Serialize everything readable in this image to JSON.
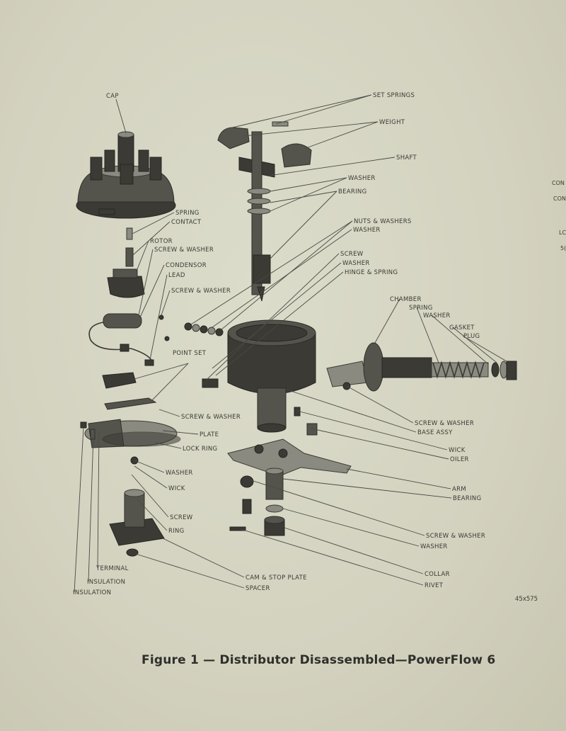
{
  "figure": {
    "caption": "Figure 1 — Distributor Disassembled—PowerFlow 6",
    "code": "45x575"
  },
  "edge_fragments": [
    "CON",
    "CON",
    "LC",
    "5("
  ],
  "labels": [
    {
      "id": "cap",
      "text": "CAP"
    },
    {
      "id": "set-springs",
      "text": "SET SPRINGS"
    },
    {
      "id": "weight",
      "text": "WEIGHT"
    },
    {
      "id": "shaft",
      "text": "SHAFT"
    },
    {
      "id": "washer-1",
      "text": "WASHER"
    },
    {
      "id": "bearing-1",
      "text": "BEARING"
    },
    {
      "id": "spring-1",
      "text": "SPRING"
    },
    {
      "id": "contact",
      "text": "CONTACT"
    },
    {
      "id": "nuts-washers",
      "text": "NUTS & WASHERS"
    },
    {
      "id": "washer-2",
      "text": "WASHER"
    },
    {
      "id": "rotor",
      "text": "ROTOR"
    },
    {
      "id": "screw-washer-1",
      "text": "SCREW & WASHER"
    },
    {
      "id": "screw-1",
      "text": "SCREW"
    },
    {
      "id": "washer-3",
      "text": "WASHER"
    },
    {
      "id": "hinge-spring",
      "text": "HINGE & SPRING"
    },
    {
      "id": "condensor",
      "text": "CONDENSOR"
    },
    {
      "id": "lead",
      "text": "LEAD"
    },
    {
      "id": "screw-washer-2",
      "text": "SCREW & WASHER"
    },
    {
      "id": "chamber",
      "text": "CHAMBER"
    },
    {
      "id": "spring-2",
      "text": "SPRING"
    },
    {
      "id": "washer-4",
      "text": "WASHER"
    },
    {
      "id": "gasket",
      "text": "GASKET"
    },
    {
      "id": "plug",
      "text": "PLUG"
    },
    {
      "id": "point-set",
      "text": "POINT SET"
    },
    {
      "id": "screw-washer-3",
      "text": "SCREW & WASHER"
    },
    {
      "id": "screw-washer-4",
      "text": "SCREW & WASHER"
    },
    {
      "id": "base-assy",
      "text": "BASE ASSY"
    },
    {
      "id": "plate",
      "text": "PLATE"
    },
    {
      "id": "lock-ring",
      "text": "LOCK RING"
    },
    {
      "id": "wick-1",
      "text": "WICK"
    },
    {
      "id": "oiler",
      "text": "OILER"
    },
    {
      "id": "washer-5",
      "text": "WASHER"
    },
    {
      "id": "wick-2",
      "text": "WICK"
    },
    {
      "id": "arm",
      "text": "ARM"
    },
    {
      "id": "bearing-2",
      "text": "BEARING"
    },
    {
      "id": "screw-2",
      "text": "SCREW"
    },
    {
      "id": "ring",
      "text": "RING"
    },
    {
      "id": "screw-washer-5",
      "text": "SCREW & WASHER"
    },
    {
      "id": "washer-6",
      "text": "WASHER"
    },
    {
      "id": "terminal",
      "text": "TERMINAL"
    },
    {
      "id": "collar",
      "text": "COLLAR"
    },
    {
      "id": "insulation-1",
      "text": "INSULATION"
    },
    {
      "id": "cam-stop-plate",
      "text": "CAM & STOP PLATE"
    },
    {
      "id": "rivet",
      "text": "RIVET"
    },
    {
      "id": "insulation-2",
      "text": "INSULATION"
    },
    {
      "id": "spacer",
      "text": "SPACER"
    }
  ]
}
